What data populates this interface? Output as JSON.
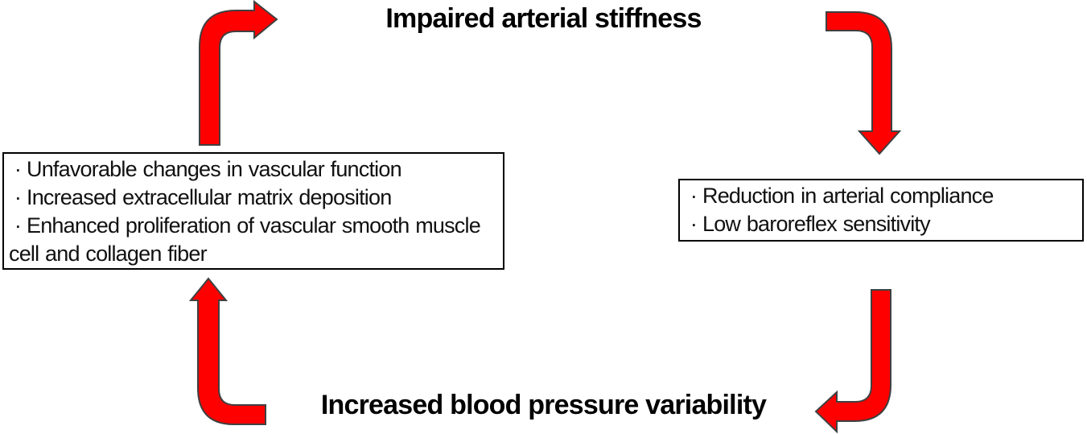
{
  "diagram": {
    "top_node_label": "Impaired arterial stiffness",
    "bottom_node_label": "Increased blood pressure variability",
    "bullet_char": "·",
    "left_box": {
      "items": [
        "Unfavorable changes in vascular function",
        "Increased extracellular matrix deposition",
        "Enhanced proliferation of vascular smooth muscle cell and collagen fiber"
      ]
    },
    "right_box": {
      "items": [
        "Reduction in arterial compliance",
        "Low baroreflex sensitivity"
      ]
    },
    "colors": {
      "arrow_fill": "#ff0000",
      "arrow_outline": "#404040",
      "box_border": "#000000",
      "text_color": "#000000"
    }
  }
}
